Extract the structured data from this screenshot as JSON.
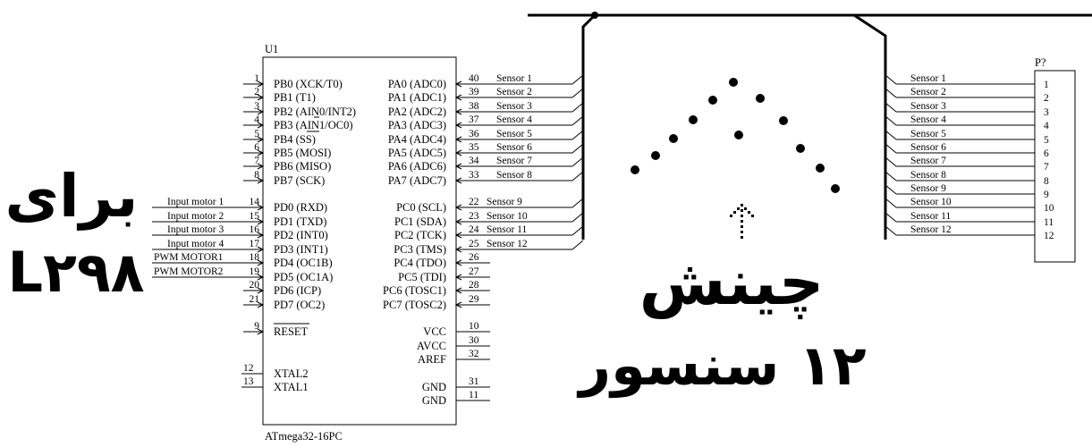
{
  "mcu": {
    "ref": "U1",
    "part": "ATmega32-16PC",
    "left_pins": [
      {
        "num": "1",
        "name": "PB0 (XCK/T0)"
      },
      {
        "num": "2",
        "name": "PB1 (T1)"
      },
      {
        "num": "3",
        "name": "PB2 (AIN0/INT2)"
      },
      {
        "num": "4",
        "name": "PB3 (AIN1/OC0)"
      },
      {
        "num": "5",
        "name": "PB4 (SS)"
      },
      {
        "num": "6",
        "name": "PB5 (MOSI)"
      },
      {
        "num": "7",
        "name": "PB6 (MISO)"
      },
      {
        "num": "8",
        "name": "PB7 (SCK)"
      },
      {
        "num": "14",
        "name": "PD0 (RXD)"
      },
      {
        "num": "15",
        "name": "PD1 (TXD)"
      },
      {
        "num": "16",
        "name": "PD2 (INT0)"
      },
      {
        "num": "17",
        "name": "PD3 (INT1)"
      },
      {
        "num": "18",
        "name": "PD4 (OC1B)"
      },
      {
        "num": "19",
        "name": "PD5 (OC1A)"
      },
      {
        "num": "20",
        "name": "PD6 (ICP)"
      },
      {
        "num": "21",
        "name": "PD7 (OC2)"
      },
      {
        "num": "9",
        "name": "RESET"
      },
      {
        "num": "12",
        "name": "XTAL2"
      },
      {
        "num": "13",
        "name": "XTAL1"
      }
    ],
    "right_pins": [
      {
        "num": "40",
        "name": "PA0 (ADC0)"
      },
      {
        "num": "39",
        "name": "PA1 (ADC1)"
      },
      {
        "num": "38",
        "name": "PA2 (ADC2)"
      },
      {
        "num": "37",
        "name": "PA3 (ADC3)"
      },
      {
        "num": "36",
        "name": "PA4 (ADC4)"
      },
      {
        "num": "35",
        "name": "PA5 (ADC5)"
      },
      {
        "num": "34",
        "name": "PA6 (ADC6)"
      },
      {
        "num": "33",
        "name": "PA7 (ADC7)"
      },
      {
        "num": "22",
        "name": "PC0 (SCL)"
      },
      {
        "num": "23",
        "name": "PC1 (SDA)"
      },
      {
        "num": "24",
        "name": "PC2 (TCK)"
      },
      {
        "num": "25",
        "name": "PC3 (TMS)"
      },
      {
        "num": "26",
        "name": "PC4 (TDO)"
      },
      {
        "num": "27",
        "name": "PC5 (TDI)"
      },
      {
        "num": "28",
        "name": "PC6 (TOSC1)"
      },
      {
        "num": "29",
        "name": "PC7 (TOSC2)"
      },
      {
        "num": "10",
        "name": "VCC"
      },
      {
        "num": "30",
        "name": "AVCC"
      },
      {
        "num": "32",
        "name": "AREF"
      },
      {
        "num": "31",
        "name": "GND"
      },
      {
        "num": "11",
        "name": "GND"
      }
    ]
  },
  "left_nets": [
    "Input motor 1",
    "Input motor 2",
    "Input motor 3",
    "Input motor 4",
    "PWM MOTOR1",
    "PWM MOTOR2"
  ],
  "right_nets": [
    "Sensor 1",
    "Sensor 2",
    "Sensor 3",
    "Sensor 4",
    "Sensor 5",
    "Sensor 6",
    "Sensor 7",
    "Sensor 8",
    "Sensor 9",
    "Sensor 10",
    "Sensor 11",
    "Sensor 12"
  ],
  "connector": {
    "ref": "P?",
    "nets": [
      "Sensor 1",
      "Sensor 2",
      "Sensor 3",
      "Sensor 4",
      "Sensor 5",
      "Sensor 6",
      "Sensor 7",
      "Sensor 8",
      "Sensor 9",
      "Sensor 10",
      "Sensor 11",
      "Sensor 12"
    ],
    "pins": [
      "1",
      "2",
      "3",
      "4",
      "5",
      "6",
      "7",
      "8",
      "9",
      "10",
      "11",
      "12"
    ]
  },
  "captions": {
    "left_line1": "برای",
    "left_line2": "L۲۹۸",
    "right_line1": "چینش",
    "right_line2": "۱۲ سنسور"
  }
}
